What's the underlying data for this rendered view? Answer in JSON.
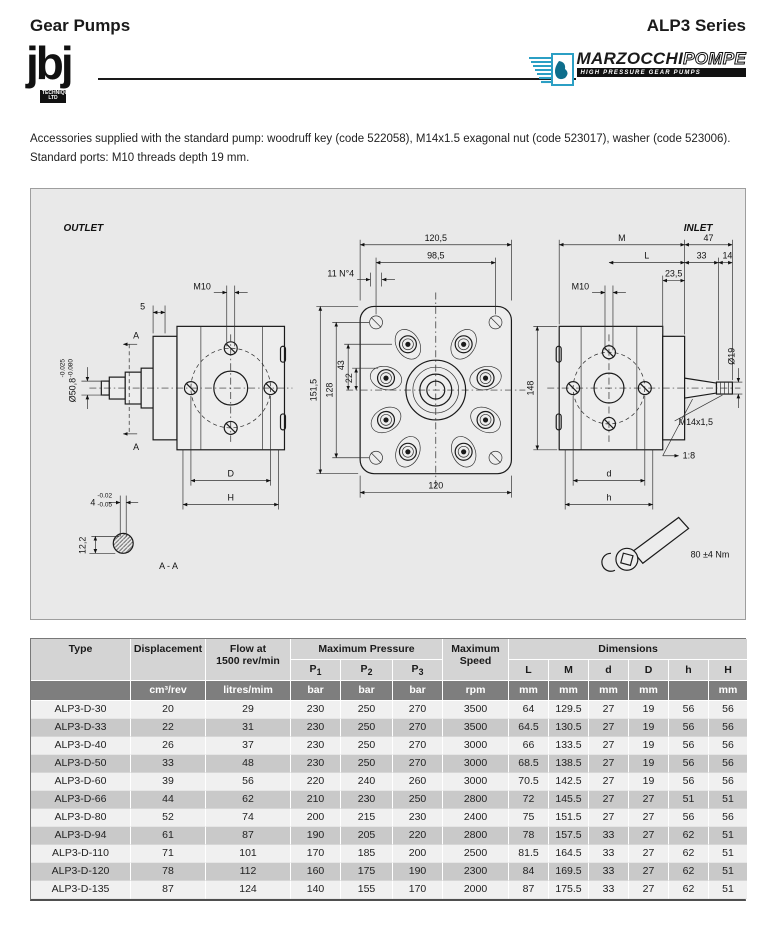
{
  "page": {
    "title_left": "Gear Pumps",
    "title_right": "ALP3 Series"
  },
  "logos": {
    "jbj_text": "jbj",
    "jbj_sub": "TECHNIQUES LTD",
    "marzocchi_main": "MARZOCCHI",
    "marzocchi_secondary": "POMPE",
    "marzocchi_tagline": "HIGH PRESSURE GEAR PUMPS",
    "marzocchi_accent_color": "#2b9fc4"
  },
  "intro": {
    "line1": "Accessories supplied with the standard pump: woodruff key (code 522058), M14x1.5 exagonal nut (code 523017), washer (code 523006).",
    "line2": "Standard ports: M10 threads depth 19 mm."
  },
  "drawing": {
    "outlet_label": "OUTLET",
    "inlet_label": "INLET",
    "left_view": {
      "dim_flange": "5",
      "thread": "M10",
      "section_marker_top": "A",
      "section_marker_bottom": "A",
      "shaft_diameter": "Ø50,8",
      "shaft_tol_upper": "-0.025",
      "shaft_tol_lower": "-0.080",
      "dim_D": "D",
      "dim_H": "H"
    },
    "front_view": {
      "dim_width_outer": "120,5",
      "dim_width_inner": "98,5",
      "corner_holes": "11 N°4",
      "dim_height_outer": "151,5",
      "dim_height_inner": "128",
      "dim_43": "43",
      "dim_22": "22",
      "dim_width_flange": "120"
    },
    "right_view": {
      "dim_M": "M",
      "dim_L": "L",
      "dim_47": "47",
      "dim_33": "33",
      "dim_14": "14",
      "dim_23_5": "23,5",
      "thread": "M10",
      "shaft_dia": "Ø19",
      "dim_height": "148",
      "shaft_thread": "M14x1,5",
      "taper": "1:8",
      "dim_d": "d",
      "dim_h": "h"
    },
    "section": {
      "label": "A - A",
      "key_width": "4",
      "tol_upper": "-0.02",
      "tol_lower": "-0.05",
      "key_depth": "12,2"
    },
    "torque_note": "80 ±4 Nm"
  },
  "table": {
    "headers": {
      "type": "Type",
      "displacement": "Displacement",
      "flow_1": "Flow at",
      "flow_2": "1500 rev/min",
      "max_pressure": "Maximum Pressure",
      "p": "P",
      "p_subs": [
        "1",
        "2",
        "3"
      ],
      "max_speed_1": "Maximum",
      "max_speed_2": "Speed",
      "dimensions": "Dimensions",
      "dims": [
        "L",
        "M",
        "d",
        "D",
        "h",
        "H"
      ]
    },
    "units": [
      "",
      "cm³/rev",
      "litres/mim",
      "bar",
      "bar",
      "bar",
      "rpm",
      "mm",
      "mm",
      "mm",
      "mm",
      "",
      "mm"
    ],
    "rows": [
      [
        "ALP3-D-30",
        "20",
        "29",
        "230",
        "250",
        "270",
        "3500",
        "64",
        "129.5",
        "27",
        "19",
        "56",
        "56"
      ],
      [
        "ALP3-D-33",
        "22",
        "31",
        "230",
        "250",
        "270",
        "3500",
        "64.5",
        "130.5",
        "27",
        "19",
        "56",
        "56"
      ],
      [
        "ALP3-D-40",
        "26",
        "37",
        "230",
        "250",
        "270",
        "3000",
        "66",
        "133.5",
        "27",
        "19",
        "56",
        "56"
      ],
      [
        "ALP3-D-50",
        "33",
        "48",
        "230",
        "250",
        "270",
        "3000",
        "68.5",
        "138.5",
        "27",
        "19",
        "56",
        "56"
      ],
      [
        "ALP3-D-60",
        "39",
        "56",
        "220",
        "240",
        "260",
        "3000",
        "70.5",
        "142.5",
        "27",
        "19",
        "56",
        "56"
      ],
      [
        "ALP3-D-66",
        "44",
        "62",
        "210",
        "230",
        "250",
        "2800",
        "72",
        "145.5",
        "27",
        "27",
        "51",
        "51"
      ],
      [
        "ALP3-D-80",
        "52",
        "74",
        "200",
        "215",
        "230",
        "2400",
        "75",
        "151.5",
        "27",
        "27",
        "56",
        "56"
      ],
      [
        "ALP3-D-94",
        "61",
        "87",
        "190",
        "205",
        "220",
        "2800",
        "78",
        "157.5",
        "33",
        "27",
        "62",
        "51"
      ],
      [
        "ALP3-D-110",
        "71",
        "101",
        "170",
        "185",
        "200",
        "2500",
        "81.5",
        "164.5",
        "33",
        "27",
        "62",
        "51"
      ],
      [
        "ALP3-D-120",
        "78",
        "112",
        "160",
        "175",
        "190",
        "2300",
        "84",
        "169.5",
        "33",
        "27",
        "62",
        "51"
      ],
      [
        "ALP3-D-135",
        "87",
        "124",
        "140",
        "155",
        "170",
        "2000",
        "87",
        "175.5",
        "33",
        "27",
        "62",
        "51"
      ]
    ]
  }
}
